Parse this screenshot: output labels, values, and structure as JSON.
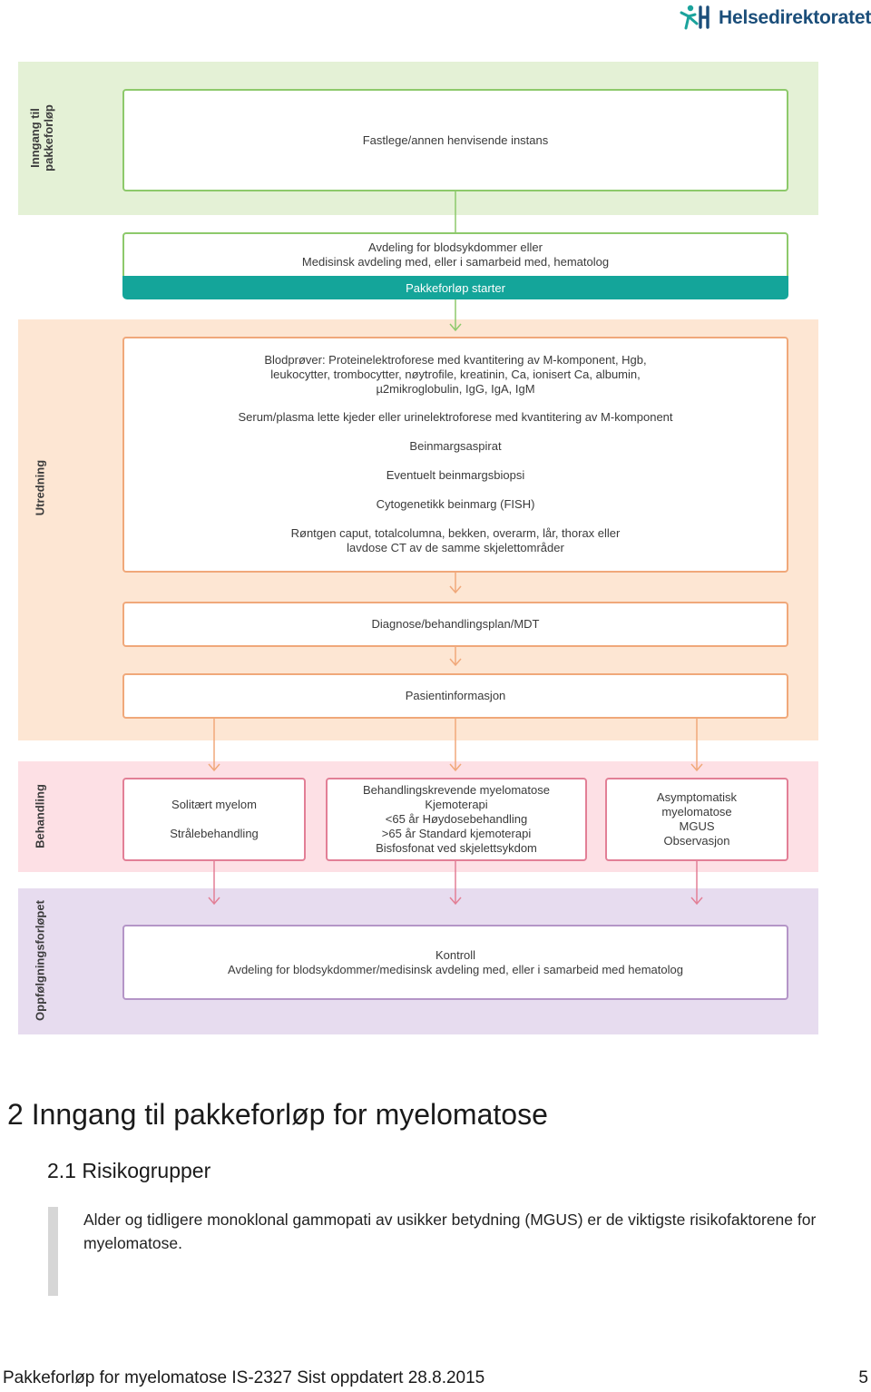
{
  "logo": {
    "text": "Helsedirektoratet",
    "icon": "helsedirektoratet-logo-icon"
  },
  "bands": {
    "inngang": {
      "label_1": "Inngang til",
      "label_2": "pakkeforløp"
    },
    "utredning": {
      "label": "Utredning"
    },
    "behandling": {
      "label": "Behandling"
    },
    "oppfolging": {
      "label": "Oppfølgningsforløpet"
    }
  },
  "boxes": {
    "fastlege": {
      "line1": "Fastlege/annen henvisende instans"
    },
    "avdeling": {
      "line1": "Avdeling for blodsykdommer eller",
      "line2": "Medisinsk avdeling med, eller i samarbeid med, hematolog"
    },
    "starter": {
      "label": "Pakkeforløp starter"
    },
    "utredning": {
      "line1": "Blodprøver: Proteinelektroforese med kvantitering av M-komponent, Hgb,",
      "line2": "leukocytter, trombocytter, nøytrofile, kreatinin, Ca, ionisert Ca, albumin,",
      "line3": "µ2mikroglobulin, IgG, IgA, IgM",
      "line4": "Serum/plasma lette kjeder eller urinelektroforese med kvantitering av M-komponent",
      "line5": "Beinmargsaspirat",
      "line6": "Eventuelt beinmargsbiopsi",
      "line7": "Cytogenetikk beinmarg (FISH)",
      "line8": "Røntgen caput, totalcolumna, bekken, overarm, lår, thorax eller",
      "line9": "lavdose CT av de samme skjelettområder"
    },
    "diagnose": {
      "line1": "Diagnose/behandlingsplan/MDT"
    },
    "pasientinfo": {
      "line1": "Pasientinformasjon"
    },
    "solitaert": {
      "line1": "Solitært myelom",
      "line2": "Strålebehandling"
    },
    "behandlingskrevende": {
      "line1": "Behandlingskrevende myelomatose",
      "line2": "Kjemoterapi",
      "line3": "<65 år Høydosebehandling",
      "line4": ">65 år Standard kjemoterapi",
      "line5": "Bisfosfonat ved skjelettsykdom"
    },
    "asymptomatisk": {
      "line1": "Asymptomatisk",
      "line2": "myelomatose",
      "line3": "MGUS",
      "line4": "Observasjon"
    },
    "kontroll": {
      "line1": "Kontroll",
      "line2": "Avdeling for blodsykdommer/medisinsk avdeling med, eller i samarbeid med hematolog"
    }
  },
  "colors": {
    "green_band": "#e4f1d6",
    "orange_band": "#fde6d3",
    "pink_band": "#fde0e5",
    "purple_band": "#e7dcef",
    "teal_bar": "#14a59a"
  },
  "document": {
    "heading1": "2 Inngang til pakkeforløp for myelomatose",
    "heading2": "2.1 Risikogrupper",
    "paragraph": "Alder og tidligere monoklonal gammopati av usikker betydning (MGUS) er de viktigste risikofaktorene for myelomatose."
  },
  "footer": {
    "left": "Pakkeforløp for myelomatose IS-2327 Sist oppdatert 28.8.2015",
    "page_number": "5"
  }
}
